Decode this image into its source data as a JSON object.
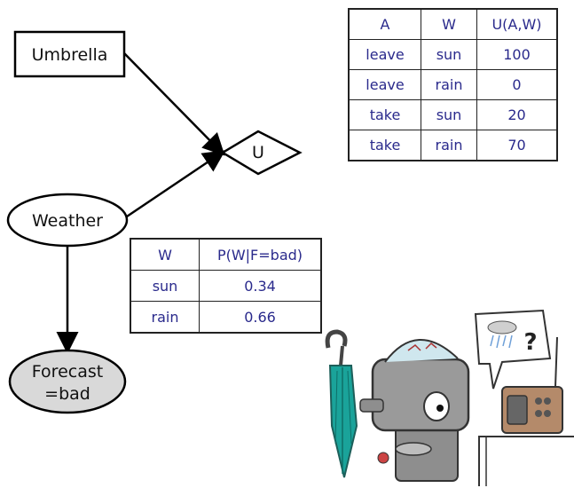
{
  "nodes": {
    "umbrella": "Umbrella",
    "utility": "U",
    "weather": "Weather",
    "forecast_line1": "Forecast",
    "forecast_line2": "=bad"
  },
  "utility_table": {
    "headers": [
      "A",
      "W",
      "U(A,W)"
    ],
    "rows": [
      [
        "leave",
        "sun",
        "100"
      ],
      [
        "leave",
        "rain",
        "0"
      ],
      [
        "take",
        "sun",
        "20"
      ],
      [
        "take",
        "rain",
        "70"
      ]
    ]
  },
  "posterior_table": {
    "headers": [
      "W",
      "P(W|F=bad)"
    ],
    "rows": [
      [
        "sun",
        "0.34"
      ],
      [
        "rain",
        "0.66"
      ]
    ]
  },
  "illustration": {
    "thought_bubble_text": "?",
    "icons": [
      "robot-icon",
      "umbrella-icon",
      "radio-icon",
      "rain-cloud-icon"
    ],
    "colors": {
      "robot_body": "#8e8e8e",
      "umbrella": "#1aa39a",
      "forecast_fill": "#d9d9d9",
      "table_text": "#2a2a8c"
    }
  }
}
